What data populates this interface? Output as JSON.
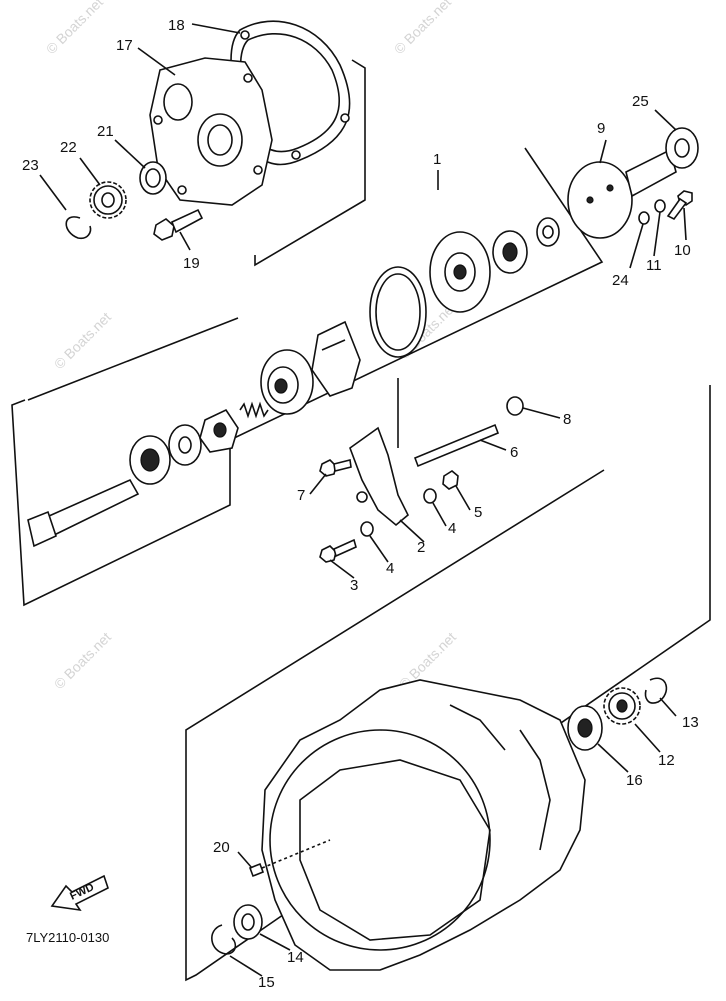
{
  "callouts": [
    {
      "id": "1",
      "label": "1"
    },
    {
      "id": "2",
      "label": "2"
    },
    {
      "id": "3",
      "label": "3"
    },
    {
      "id": "4a",
      "label": "4"
    },
    {
      "id": "4b",
      "label": "4"
    },
    {
      "id": "5",
      "label": "5"
    },
    {
      "id": "6",
      "label": "6"
    },
    {
      "id": "7",
      "label": "7"
    },
    {
      "id": "8",
      "label": "8"
    },
    {
      "id": "9",
      "label": "9"
    },
    {
      "id": "10",
      "label": "10"
    },
    {
      "id": "11",
      "label": "11"
    },
    {
      "id": "12",
      "label": "12"
    },
    {
      "id": "13",
      "label": "13"
    },
    {
      "id": "14",
      "label": "14"
    },
    {
      "id": "15",
      "label": "15"
    },
    {
      "id": "16",
      "label": "16"
    },
    {
      "id": "17",
      "label": "17"
    },
    {
      "id": "18",
      "label": "18"
    },
    {
      "id": "19",
      "label": "19"
    },
    {
      "id": "20",
      "label": "20"
    },
    {
      "id": "21",
      "label": "21"
    },
    {
      "id": "22",
      "label": "22"
    },
    {
      "id": "23",
      "label": "23"
    },
    {
      "id": "24",
      "label": "24"
    },
    {
      "id": "25",
      "label": "25"
    }
  ],
  "direction_marker": "FWD",
  "diagram_code": "7LY2110-0130",
  "watermark": "© Boats.net"
}
